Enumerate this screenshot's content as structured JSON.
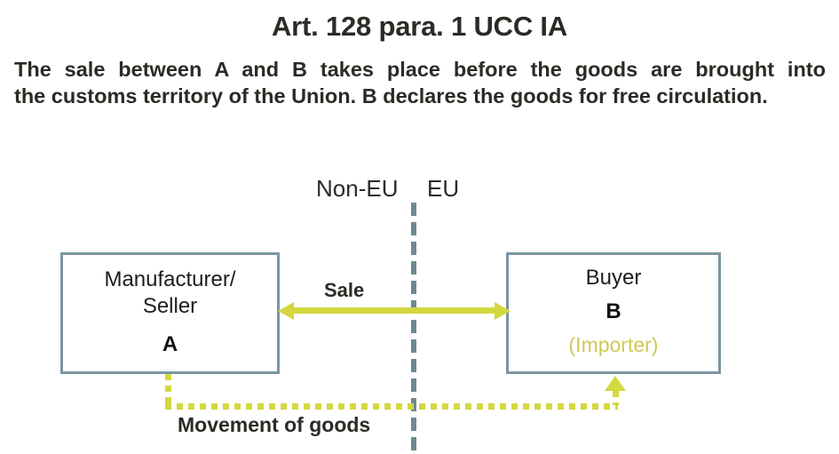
{
  "heading": {
    "title": "Art. 128 para. 1 UCC IA",
    "subtitle_line_1_pre": "The sale between ",
    "subtitle_line_1_a": "A",
    "subtitle_line_1_mid": " and ",
    "subtitle_line_1_b": "B",
    "subtitle_line_1_post": " takes place before the goods are brought into",
    "subtitle_line_2_pre": "the customs territory of the Union. ",
    "subtitle_line_2_b": "B",
    "subtitle_line_2_post": " declares the goods for free circulation."
  },
  "zones": {
    "non_eu_label": "Non-EU",
    "eu_label": "EU"
  },
  "entities": {
    "seller": {
      "name": "Manufacturer/\nSeller",
      "code": "A"
    },
    "buyer": {
      "name": "Buyer",
      "code": "B",
      "role": "(Importer)"
    }
  },
  "flows": {
    "sale_label": "Sale",
    "movement_label": "Movement of goods"
  },
  "colors": {
    "accent_yellow": "#d4d83f",
    "role_yellow": "#cfc955",
    "box_border": "#7b95a2",
    "border_line": "#6e8994",
    "text_dark": "#2b2b26",
    "background": "#ffffff"
  }
}
